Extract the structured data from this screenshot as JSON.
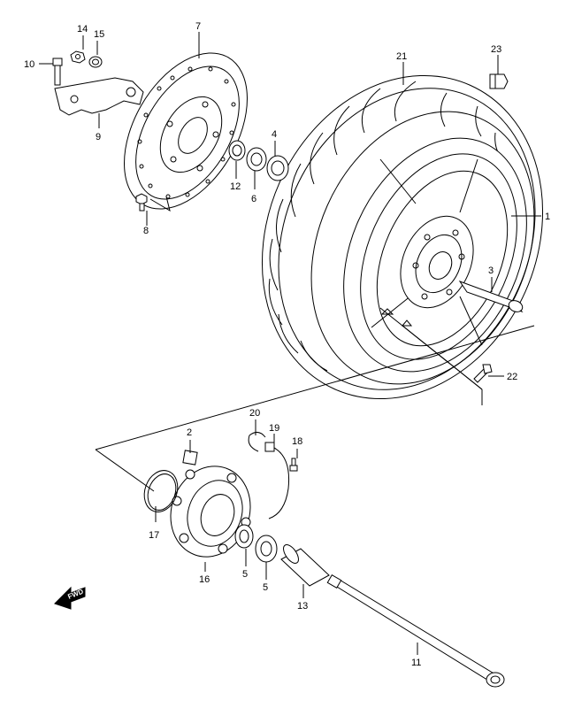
{
  "callouts": [
    {
      "id": "1",
      "text": "1"
    },
    {
      "id": "2",
      "text": "2"
    },
    {
      "id": "3",
      "text": "3"
    },
    {
      "id": "4",
      "text": "4"
    },
    {
      "id": "5a",
      "text": "5"
    },
    {
      "id": "5b",
      "text": "5"
    },
    {
      "id": "6",
      "text": "6"
    },
    {
      "id": "7",
      "text": "7"
    },
    {
      "id": "8",
      "text": "8"
    },
    {
      "id": "9",
      "text": "9"
    },
    {
      "id": "10",
      "text": "10"
    },
    {
      "id": "11",
      "text": "11"
    },
    {
      "id": "12",
      "text": "12"
    },
    {
      "id": "13",
      "text": "13"
    },
    {
      "id": "14",
      "text": "14"
    },
    {
      "id": "15",
      "text": "15"
    },
    {
      "id": "16",
      "text": "16"
    },
    {
      "id": "17",
      "text": "17"
    },
    {
      "id": "18",
      "text": "18"
    },
    {
      "id": "19",
      "text": "19"
    },
    {
      "id": "20",
      "text": "20"
    },
    {
      "id": "21",
      "text": "21"
    },
    {
      "id": "22",
      "text": "22"
    },
    {
      "id": "23",
      "text": "23"
    }
  ],
  "fwd_marker": {
    "text": "FWD"
  }
}
